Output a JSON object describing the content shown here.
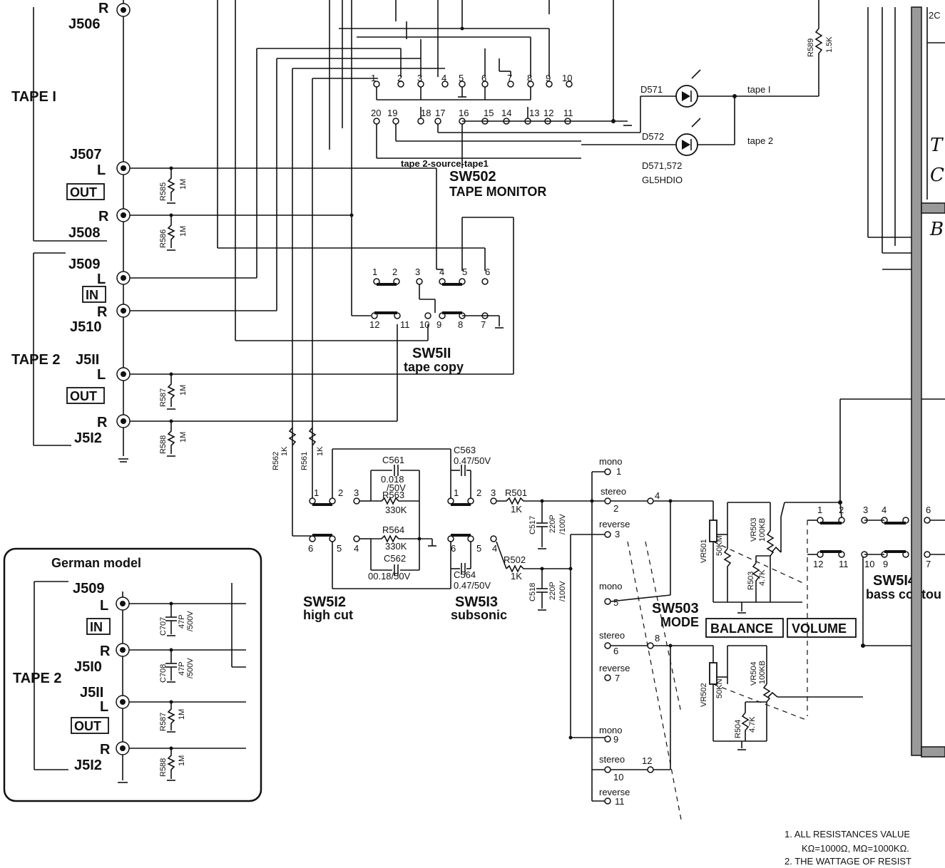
{
  "labels": {
    "j506_r": "R",
    "j506": "J506",
    "tape1": "TAPE I",
    "j507": "J507",
    "j507_l": "L",
    "out1": "OUT",
    "j508_r": "R",
    "j508": "J508",
    "j509": "J509",
    "j509_l": "L",
    "in1": "IN",
    "j510_r": "R",
    "j510": "J510",
    "tape2": "TAPE 2",
    "j511": "J5II",
    "j511_l": "L",
    "out2": "OUT",
    "j512_r": "R",
    "j512": "J5I2",
    "r585": "R585",
    "r585v": "1M",
    "r586": "R586",
    "r586v": "1M",
    "r587": "R587",
    "r587v": "1M",
    "r588": "R588",
    "r588v": "1M",
    "sw502_sub": "tape 2-source-tape1",
    "sw502": "SW502",
    "sw502_name": "TAPE MONITOR",
    "sw511": "SW5II",
    "sw511_name": "tape copy",
    "d571": "D571",
    "d572": "D572",
    "d_part": "D571,572",
    "d_type": "GL5HDIO",
    "tape1_led": "tape I",
    "tape2_led": "tape 2",
    "r589": "R589",
    "r589v": "1.5K",
    "corner": "2C",
    "r562": "R562",
    "r562v": "1K",
    "r561": "R561",
    "r561v": "1K",
    "c561": "C561",
    "c561v1": "0.018",
    "c561v2": "/50V",
    "r563": "R563",
    "r563v": "330K",
    "r564": "R564",
    "r564v": "330K",
    "c562": "C562",
    "c562v": "00.18/50V",
    "c563": "C563",
    "c563v": "0.47/50V",
    "c564": "C564",
    "c564v": "0.47/50V",
    "r501": "R501",
    "r501v": "1K",
    "r502": "R502",
    "r502v": "1K",
    "c517": "C517",
    "c517v1": "220P",
    "c517v2": "/100V",
    "c518": "C518",
    "c518v1": "220P",
    "c518v2": "/100V",
    "sw512": "SW5I2",
    "sw512_name": "high cut",
    "sw513": "SW5I3",
    "sw513_name": "subsonic",
    "mono": "mono",
    "stereo": "stereo",
    "reverse": "reverse",
    "sw503": "SW503",
    "sw503_name": "MODE",
    "balance": "BALANCE",
    "volume": "VOLUME",
    "vr501": "VR501",
    "vr501v": "50KM",
    "vr502": "VR502",
    "vr502v": "50KN",
    "vr503": "VR503",
    "vr503v": "100KB",
    "vr504": "VR504",
    "vr504v": "100KB",
    "r503": "R503",
    "r503v": "4.7K",
    "r504": "R504",
    "r504v": "4.7K",
    "sw514": "SW5I4",
    "sw514_name": "bass contou",
    "german_title": "German model",
    "g_j509": "J509",
    "g_l1": "L",
    "g_in": "IN",
    "g_r1": "R",
    "g_j510": "J5I0",
    "g_tape2": "TAPE 2",
    "g_j511": "J5II",
    "g_l2": "L",
    "g_out": "OUT",
    "g_r2": "R",
    "g_j512": "J5I2",
    "c707": "C707",
    "c707v1": "47P",
    "c707v2": "/500V",
    "c708": "C708",
    "c708v1": "47P",
    "c708v2": "/500V",
    "g_r587": "R587",
    "g_r587v": "1M",
    "g_r588": "R588",
    "g_r588v": "1M",
    "note1a": "1.  ALL RESISTANCES VALUE",
    "note1b": "KΩ=1000Ω, MΩ=1000KΩ.",
    "note2": "2.  THE WATTAGE OF RESIST"
  }
}
